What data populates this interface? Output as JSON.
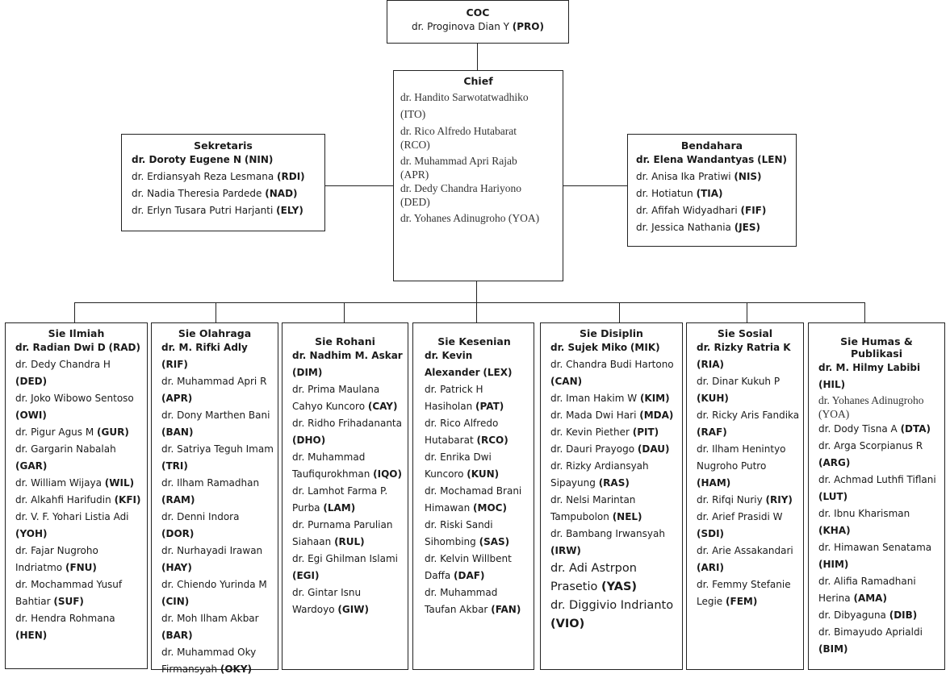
{
  "coc": {
    "title": "COC",
    "members": [
      {
        "name": "dr. Proginova Dian Y",
        "code": "(PRO)"
      }
    ]
  },
  "chief": {
    "title": "Chief",
    "members": [
      "dr. Handito Sarwotatwadhiko",
      "(ITO)",
      "dr. Rico Alfredo Hutabarat",
      "(RCO)",
      "dr. Muhammad Apri Rajab",
      "(APR)",
      "dr. Dedy Chandra Hariyono",
      "(DED)",
      "dr. Yohanes Adinugroho (YOA)"
    ]
  },
  "sekretaris": {
    "title": "Sekretaris",
    "members": [
      {
        "name": "dr. Doroty Eugene N",
        "code": "(NIN)",
        "head": true
      },
      {
        "name": "dr. Erdiansyah Reza Lesmana",
        "code": "(RDI)"
      },
      {
        "name": "dr. Nadia Theresia Pardede",
        "code": "(NAD)"
      },
      {
        "name": "dr. Erlyn Tusara Putri Harjanti",
        "code": "(ELY)"
      }
    ]
  },
  "bendahara": {
    "title": "Bendahara",
    "members": [
      {
        "name": "dr. Elena Wandantyas",
        "code": "(LEN)",
        "head": true
      },
      {
        "name": "dr. Anisa Ika Pratiwi",
        "code": "(NIS)"
      },
      {
        "name": "dr. Hotiatun",
        "code": "(TIA)"
      },
      {
        "name": "dr. Afifah Widyadhari",
        "code": "(FIF)"
      },
      {
        "name": "dr. Jessica Nathania",
        "code": "(JES)"
      }
    ]
  },
  "divisions": [
    {
      "title": "Sie Ilmiah",
      "members": [
        {
          "name": "dr. Radian Dwi D",
          "code": "(RAD)",
          "head": true
        },
        {
          "name": "dr. Dedy Chandra H",
          "code": "(DED)"
        },
        {
          "name": "dr. Joko Wibowo Sentoso",
          "code": "(OWI)"
        },
        {
          "name": "dr. Pigur Agus M",
          "code": "(GUR)"
        },
        {
          "name": "dr. Gargarin Nabalah",
          "code": "(GAR)"
        },
        {
          "name": "dr. William Wijaya",
          "code": "(WIL)"
        },
        {
          "name": "dr. Alkahfi Harifudin",
          "code": "(KFI)"
        },
        {
          "name": "dr. V. F. Yohari Listia Adi",
          "code": "(YOH)"
        },
        {
          "name": "dr. Fajar Nugroho Indriatmo",
          "code": "(FNU)"
        },
        {
          "name": "dr. Mochammad Yusuf Bahtiar",
          "code": "(SUF)"
        },
        {
          "name": "dr. Hendra Rohmana",
          "code": "(HEN)"
        }
      ]
    },
    {
      "title": "Sie Olahraga",
      "members": [
        {
          "name": "dr. M. Rifki Adly",
          "code": "(RIF)",
          "head": true
        },
        {
          "name": "dr. Muhammad Apri R",
          "code": "(APR)"
        },
        {
          "name": "dr. Dony Marthen Bani",
          "code": "(BAN)"
        },
        {
          "name": "dr. Satriya Teguh Imam",
          "code": "(TRI)"
        },
        {
          "name": "dr. Ilham Ramadhan",
          "code": "(RAM)"
        },
        {
          "name": "dr. Denni Indora",
          "code": "(DOR)"
        },
        {
          "name": "dr. Nurhayadi Irawan",
          "code": "(HAY)"
        },
        {
          "name": "dr. Chiendo Yurinda M",
          "code": "(CIN)"
        },
        {
          "name": "dr. Moh Ilham Akbar",
          "code": "(BAR)"
        },
        {
          "name": "dr. Muhammad Oky Firmansyah",
          "code": "(OKY)"
        }
      ]
    },
    {
      "title": "Sie Rohani",
      "members": [
        {
          "name": "dr. Nadhim M. Askar",
          "code": "(DIM)",
          "head": true
        },
        {
          "name": "dr. Prima Maulana Cahyo Kuncoro",
          "code": "(CAY)"
        },
        {
          "name": "dr. Ridho Frihadananta",
          "code": "(DHO)"
        },
        {
          "name": "dr. Muhammad Taufiqurokhman",
          "code": "(IQO)"
        },
        {
          "name": "dr. Lamhot Farma P. Purba",
          "code": "(LAM)"
        },
        {
          "name": "dr. Purnama Parulian Siahaan",
          "code": "(RUL)"
        },
        {
          "name": "dr. Egi Ghilman Islami",
          "code": "(EGI)"
        },
        {
          "name": "dr. Gintar Isnu Wardoyo",
          "code": "(GIW)"
        }
      ]
    },
    {
      "title": "Sie Kesenian",
      "members": [
        {
          "name": "dr. Kevin Alexander",
          "code": "(LEX)",
          "head": true
        },
        {
          "name": "dr. Patrick H Hasiholan",
          "code": "(PAT)"
        },
        {
          "name": "dr. Rico Alfredo Hutabarat",
          "code": "(RCO)"
        },
        {
          "name": "dr. Enrika Dwi Kuncoro",
          "code": "(KUN)"
        },
        {
          "name": "dr. Mochamad Brani Himawan",
          "code": "(MOC)"
        },
        {
          "name": "dr. Riski Sandi Sihombing",
          "code": "(SAS)"
        },
        {
          "name": "dr. Kelvin Willbent Daffa",
          "code": "(DAF)"
        },
        {
          "name": "dr. Muhammad Taufan Akbar",
          "code": "(FAN)"
        }
      ]
    },
    {
      "title": "Sie Disiplin",
      "members": [
        {
          "name": "dr. Sujek Miko",
          "code": "(MIK)",
          "head": true
        },
        {
          "name": "dr. Chandra Budi Hartono",
          "code": "(CAN)"
        },
        {
          "name": "dr. Iman Hakim W",
          "code": "(KIM)"
        },
        {
          "name": "dr. Mada Dwi Hari",
          "code": "(MDA)"
        },
        {
          "name": "dr. Kevin Piether",
          "code": "(PIT)"
        },
        {
          "name": "dr. Dauri Prayogo",
          "code": "(DAU)"
        },
        {
          "name": "dr. Rizky Ardiansyah Sipayung",
          "code": "(RAS)"
        },
        {
          "name": "dr. Nelsi Marintan Tampubolon",
          "code": "(NEL)"
        },
        {
          "name": "dr. Bambang Irwansyah",
          "code": "(IRW)"
        },
        {
          "name": "dr. Adi Astrpon Prasetio",
          "code": "(YAS)",
          "big": true
        },
        {
          "name": "dr. Diggivio Indrianto",
          "code": "(VIO)",
          "big": true
        }
      ]
    },
    {
      "title": "Sie Sosial",
      "members": [
        {
          "name": "dr. Rizky Ratria K",
          "code": "(RIA)",
          "head": true
        },
        {
          "name": "dr. Dinar Kukuh P",
          "code": "(KUH)"
        },
        {
          "name": "dr. Ricky Aris Fandika",
          "code": "(RAF)"
        },
        {
          "name": "dr. Ilham Henintyo Nugroho Putro",
          "code": "(HAM)"
        },
        {
          "name": "dr. Rifqi Nuriy",
          "code": "(RIY)"
        },
        {
          "name": "dr. Arief Prasidi W",
          "code": "(SDI)"
        },
        {
          "name": "dr. Arie Assakandari",
          "code": "(ARI)"
        },
        {
          "name": "dr. Femmy Stefanie Legie",
          "code": "(FEM)"
        }
      ]
    },
    {
      "title": "Sie Humas & Publikasi",
      "members": [
        {
          "name": "dr. M. Hilmy Labibi",
          "code": "(HIL)",
          "head": true
        },
        {
          "name": "dr. Yohanes Adinugroho",
          "code": "(YOA)",
          "serif": true
        },
        {
          "name": "dr. Dody Tisna A",
          "code": "(DTA)"
        },
        {
          "name": "dr. Arga Scorpianus R",
          "code": "(ARG)"
        },
        {
          "name": "dr. Achmad Luthfi Tiflani",
          "code": "(LUT)"
        },
        {
          "name": "dr. Ibnu Kharisman",
          "code": "(KHA)"
        },
        {
          "name": "dr. Himawan Senatama",
          "code": "(HIM)"
        },
        {
          "name": "dr. Alifia Ramadhani Herina",
          "code": "(AMA)"
        },
        {
          "name": "dr. Dibyaguna",
          "code": "(DIB)"
        },
        {
          "name": "dr. Bimayudo Aprialdi",
          "code": "(BIM)"
        }
      ]
    }
  ]
}
